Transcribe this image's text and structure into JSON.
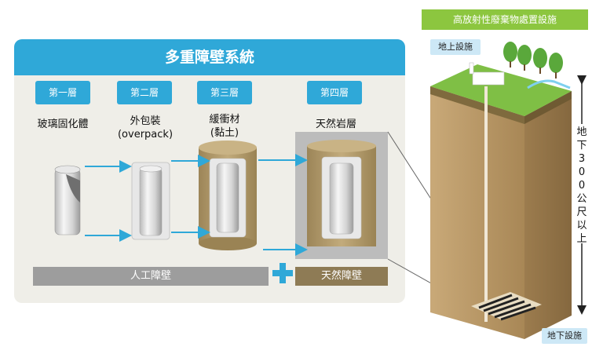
{
  "panel": {
    "title": "多重障壁系統",
    "layers": [
      {
        "tab": "第一層",
        "label_lines": [
          "玻璃固化體"
        ]
      },
      {
        "tab": "第二層",
        "label_lines": [
          "外包裝",
          "(overpack)"
        ]
      },
      {
        "tab": "第三層",
        "label_lines": [
          "緩衝材",
          "(黏土)"
        ]
      },
      {
        "tab": "第四層",
        "label_lines": [
          "天然岩層"
        ]
      }
    ],
    "engineered_barrier": "人工障壁",
    "plus": "+",
    "natural_barrier": "天然障壁"
  },
  "site": {
    "title": "高放射性廢棄物處置設施",
    "surface_facility": "地上設施",
    "underground_facility": "地下設施",
    "depth_label": "地下300公尺以上"
  },
  "colors": {
    "blue": "#2fa8d8",
    "panel_bg": "#efeee8",
    "clay": "#b09a6a",
    "gray_bar": "#9d9d9d",
    "natural_bar": "#8e7b55",
    "green": "#8cc63f"
  }
}
